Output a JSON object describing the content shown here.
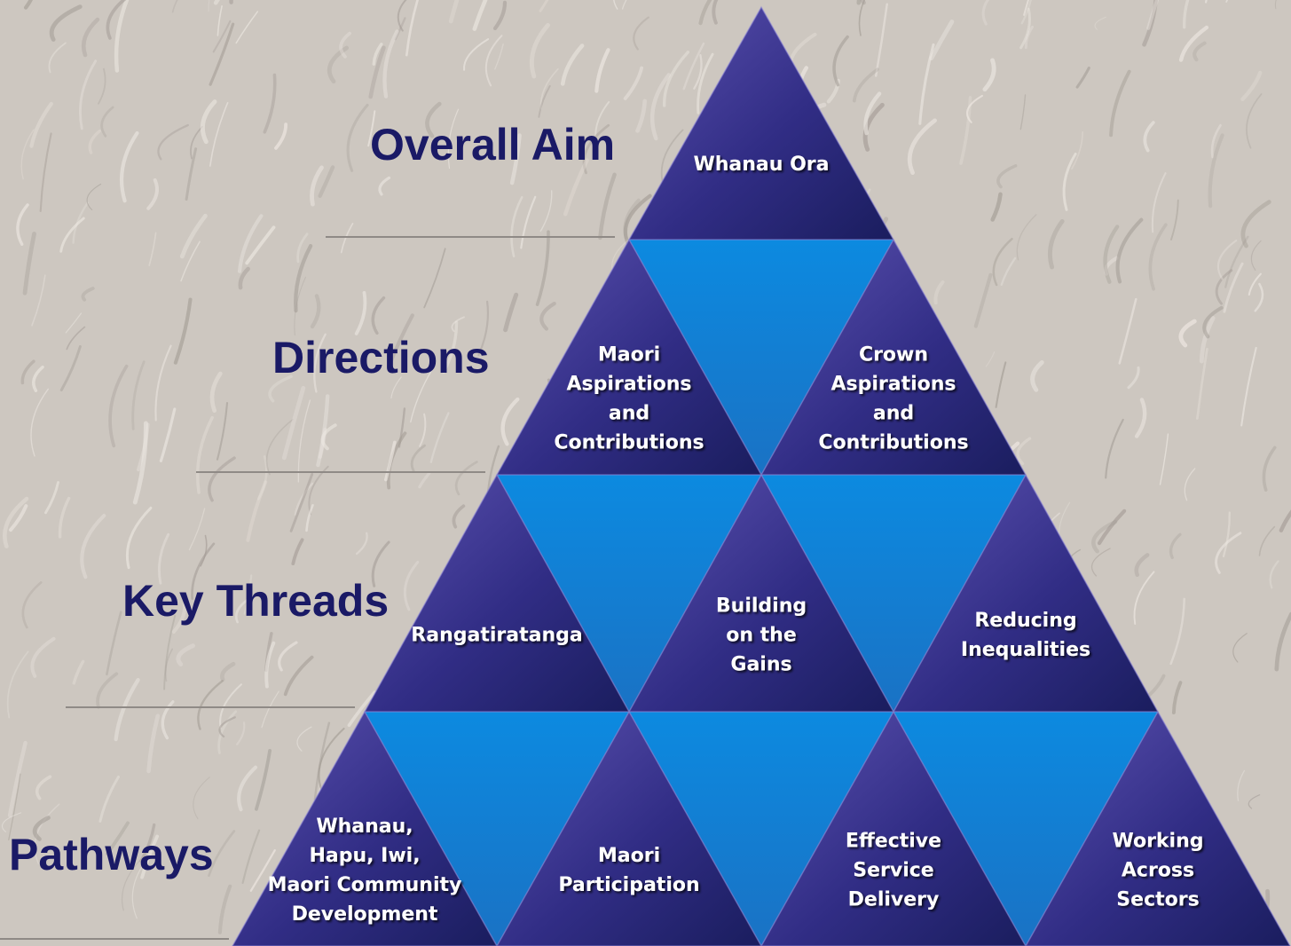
{
  "levels": {
    "overall_aim": "Overall Aim",
    "directions": "Directions",
    "key_threads": "Key Threads",
    "pathways": "Pathways"
  },
  "tiers": {
    "aim": [
      "Whanau Ora"
    ],
    "directions": [
      [
        "Maori",
        "Aspirations",
        "and",
        "Contributions"
      ],
      [
        "Crown",
        "Aspirations",
        "and",
        "Contributions"
      ]
    ],
    "threads": [
      [
        "Rangatiratanga"
      ],
      [
        "Building",
        "on the",
        "Gains"
      ],
      [
        "Reducing",
        "Inequalities"
      ]
    ],
    "pathways": [
      [
        "Whanau,",
        "Hapu, Iwi,",
        "Maori Community",
        "Development"
      ],
      [
        "Maori",
        "Participation"
      ],
      [
        "Effective",
        "Service",
        "Delivery"
      ],
      [
        "Working",
        "Across",
        "Sectors"
      ]
    ]
  },
  "colors": {
    "label_text": "#1a1a66",
    "up_triangle_light": "#5c52b0",
    "up_triangle_dark": "#1a1d5e",
    "down_triangle": "#1480d2",
    "background": "#cdc7c0"
  }
}
